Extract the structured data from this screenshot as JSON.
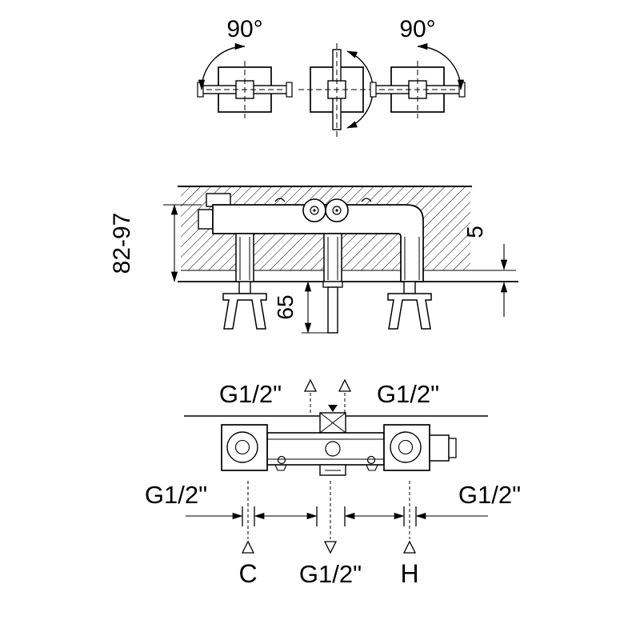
{
  "drawing": {
    "background": "#ffffff",
    "stroke_color": "#000000",
    "top_view": {
      "left_angle": "90°",
      "right_angle": "90°"
    },
    "section_view": {
      "installation_depth": "82-97",
      "finish_tolerance": "5",
      "spout_projection": "65"
    },
    "plan_view": {
      "top_left_connection": "G1/2\"",
      "top_right_connection": "G1/2\"",
      "left_connection": "G1/2\"",
      "right_connection": "G1/2\"",
      "cold_marker": "C",
      "center_connection": "G1/2\"",
      "hot_marker": "H"
    }
  }
}
